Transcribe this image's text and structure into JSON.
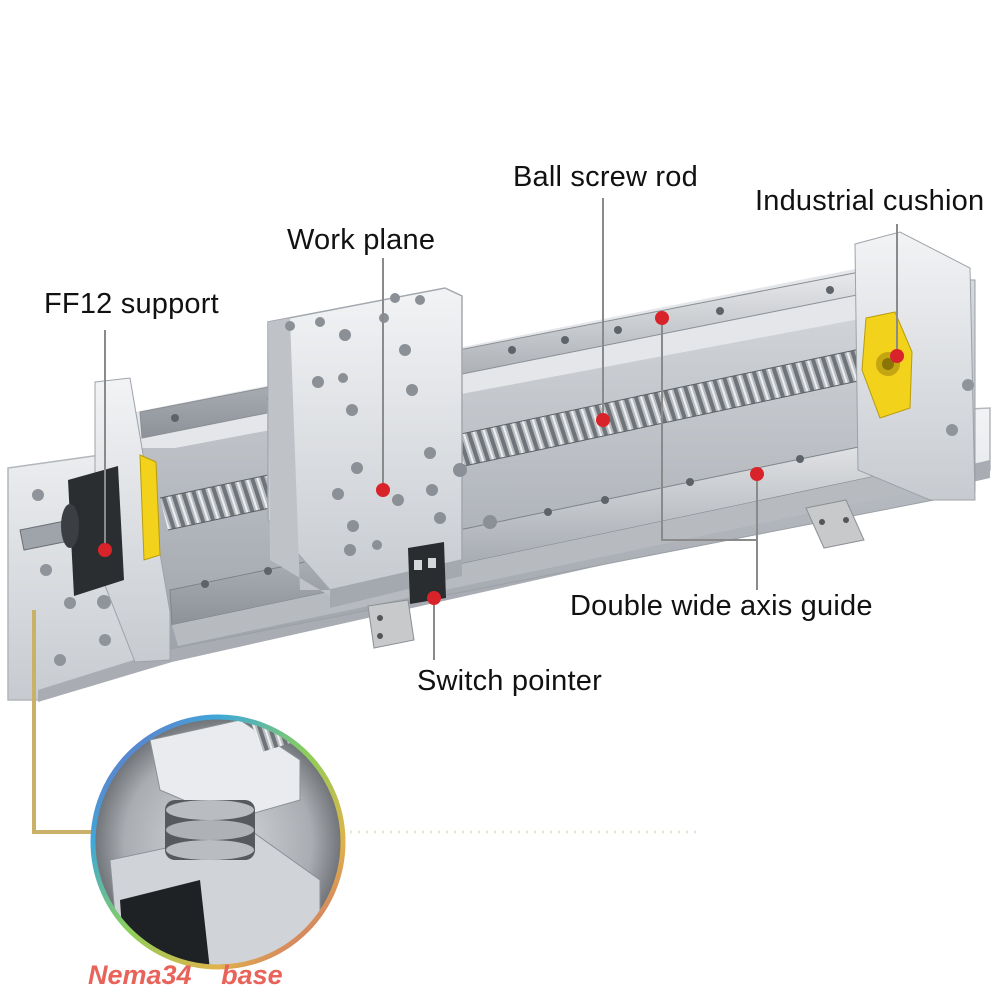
{
  "labels": {
    "ball_screw": "Ball screw rod",
    "industrial_cushion": "Industrial cushion",
    "work_plane": "Work plane",
    "ff12_support": "FF12 support",
    "double_guide": "Double wide axis guide",
    "switch_pointer": "Switch pointer"
  },
  "inset": {
    "caption_part1": "Nema34",
    "caption_part2": "base"
  },
  "colors": {
    "marker": "#d8232a",
    "leader": "#8a8a8a",
    "inset_link": "#c9b16a",
    "caption": "#e8635a",
    "aluminum": "#d9dcdf",
    "cushion": "#f2d21b"
  }
}
